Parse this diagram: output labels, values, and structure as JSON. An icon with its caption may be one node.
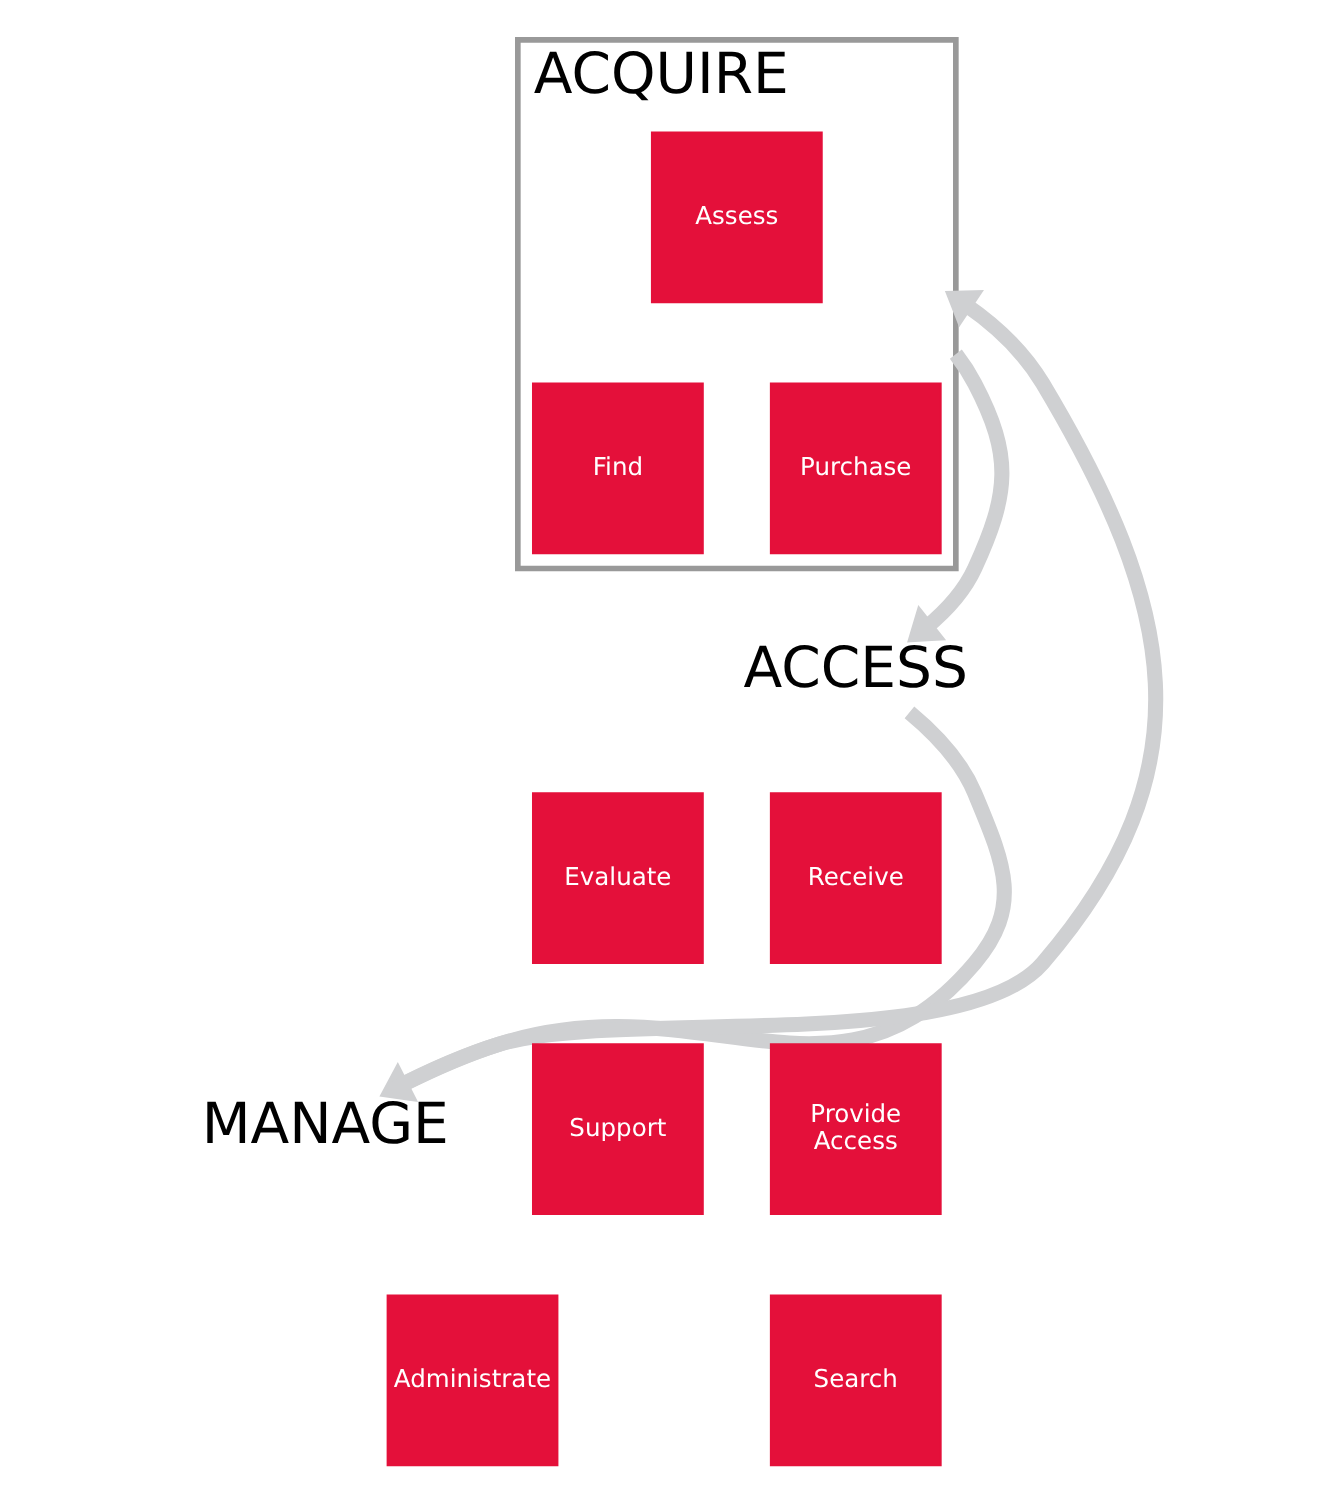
{
  "diagram": {
    "nodes": [
      {
        "text": [
          "ACQUIRE"
        ]
      },
      {
        "text": [
          "Assess"
        ],
        "in": 0
      },
      {
        "text": [
          "Find"
        ],
        "in": 0
      },
      {
        "text": [
          "Purchase"
        ],
        "in": 0
      },
      {
        "text": [
          "ACCESS"
        ]
      },
      {
        "text": [
          "Receive"
        ]
      },
      {
        "text": [
          "Provide Access"
        ]
      },
      {
        "text": [
          "Search"
        ]
      },
      {
        "text": [
          "MANAGE"
        ]
      },
      {
        "text": [
          "Evaluate"
        ]
      },
      {
        "text": [
          "Support"
        ]
      },
      {
        "text": [
          "Administrate"
        ]
      }
    ],
    "edges": [
      {
        "from": 0,
        "to": 4,
        "arrow": "to"
      },
      {
        "from": 4,
        "to": 8,
        "arrow": "to"
      },
      {
        "from": 8,
        "to": 0,
        "arrow": "to"
      }
    ]
  }
}
